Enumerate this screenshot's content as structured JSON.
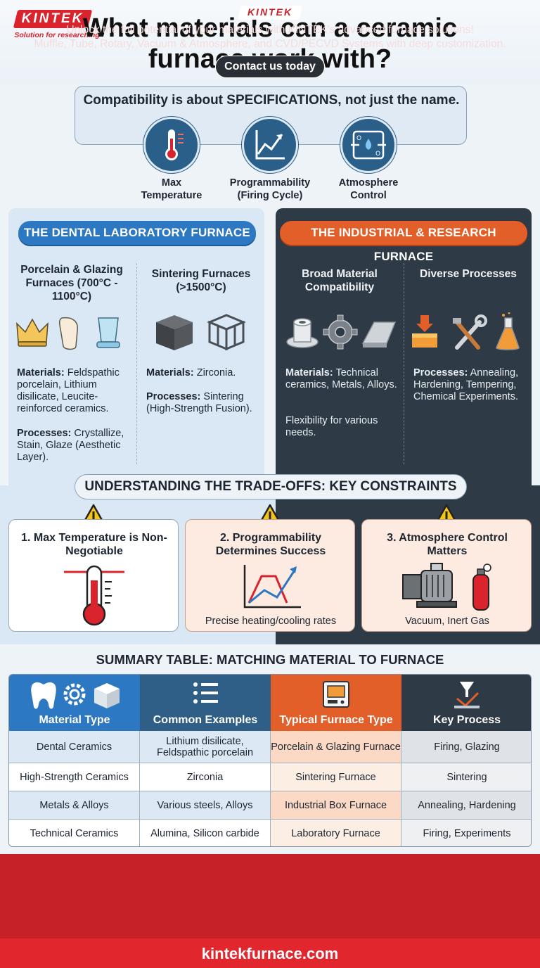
{
  "brand": {
    "logo": "KINTEK",
    "tagline": "Solution for researching"
  },
  "title": "What materials can a ceramic furnace work with?",
  "specs": {
    "heading": "Compatibility is about SPECIFICATIONS, not just the name.",
    "items": [
      {
        "label": "Max\nTemperature",
        "icon": "thermometer-icon"
      },
      {
        "label": "Programmability\n(Firing Cycle)",
        "icon": "chart-line-icon"
      },
      {
        "label": "Atmosphere\nControl",
        "icon": "gas-flow-icon"
      }
    ]
  },
  "dental": {
    "title": "THE DENTAL LABORATORY FURNACE",
    "left": {
      "heading": "Porcelain & Glazing Furnaces (700°C - 1100°C)",
      "materials_label": "Materials:",
      "materials": " Feldspathic porcelain, Lithium disilicate, Leucite-reinforced ceramics.",
      "processes_label": "Processes:",
      "processes": " Crystallize, Stain, Glaze (Aesthetic Layer)."
    },
    "right": {
      "heading": "Sintering Furnaces (>1500°C)",
      "materials_label": "Materials:",
      "materials": " Zirconia.",
      "processes_label": "Processes:",
      "processes": " Sintering (High-Strength Fusion)."
    }
  },
  "industrial": {
    "title": "THE INDUSTRIAL & RESEARCH FURNACE",
    "left": {
      "heading": "Broad Material Compatibility",
      "materials_label": "Materials:",
      "materials": " Technical ceramics, Metals, Alloys.",
      "note": "Flexibility for various needs."
    },
    "right": {
      "heading": "Diverse Processes",
      "processes_label": "Processes:",
      "processes": " Annealing, Hardening, Tempering, Chemical Experiments."
    }
  },
  "tradeoffs": {
    "heading": "UNDERSTANDING THE TRADE-OFFS: KEY CONSTRAINTS",
    "cards": [
      {
        "title": "1. Max Temperature is Non-Negotiable",
        "caption": ""
      },
      {
        "title": "2. Programmability Determines Success",
        "caption": "Precise heating/cooling rates"
      },
      {
        "title": "3. Atmosphere Control Matters",
        "caption": "Vacuum, Inert Gas"
      }
    ]
  },
  "summary": {
    "heading": "SUMMARY TABLE: MATCHING MATERIAL TO FURNACE",
    "columns": [
      "Material Type",
      "Common Examples",
      "Typical Furnace Type",
      "Key Process"
    ],
    "header_colors": [
      "#2d78c2",
      "#2f5f86",
      "#e35f2a",
      "#2e3a45"
    ],
    "rows": [
      [
        "Dental Ceramics",
        "Lithium disilicate, Feldspathic porcelain",
        "Porcelain & Glazing Furnace",
        "Firing, Glazing"
      ],
      [
        "High-Strength Ceramics",
        "Zirconia",
        "Sintering Furnace",
        "Sintering"
      ],
      [
        "Metals & Alloys",
        "Various steels, Alloys",
        "Industrial Box Furnace",
        "Annealing, Hardening"
      ],
      [
        "Technical Ceramics",
        "Alumina, Silicon carbide",
        "Laboratory Furnace",
        "Firing, Experiments"
      ]
    ]
  },
  "footer": {
    "logo": "KINTEK",
    "line1": "Unlock the full potential of your materials with KINTEK's advanced furnace solutions!",
    "line2": "Muffle, Tube, Rotary, Vacuum & Atmosphere, and CVD/PECVD Systems with deep customization.",
    "cta": "Contact us today",
    "url": "kintekfurnace.com"
  },
  "colors": {
    "brand_red": "#d9232d",
    "dental_blue": "#2d78c2",
    "industrial_orange": "#e35f2a",
    "panel_dark": "#2e3a45"
  }
}
